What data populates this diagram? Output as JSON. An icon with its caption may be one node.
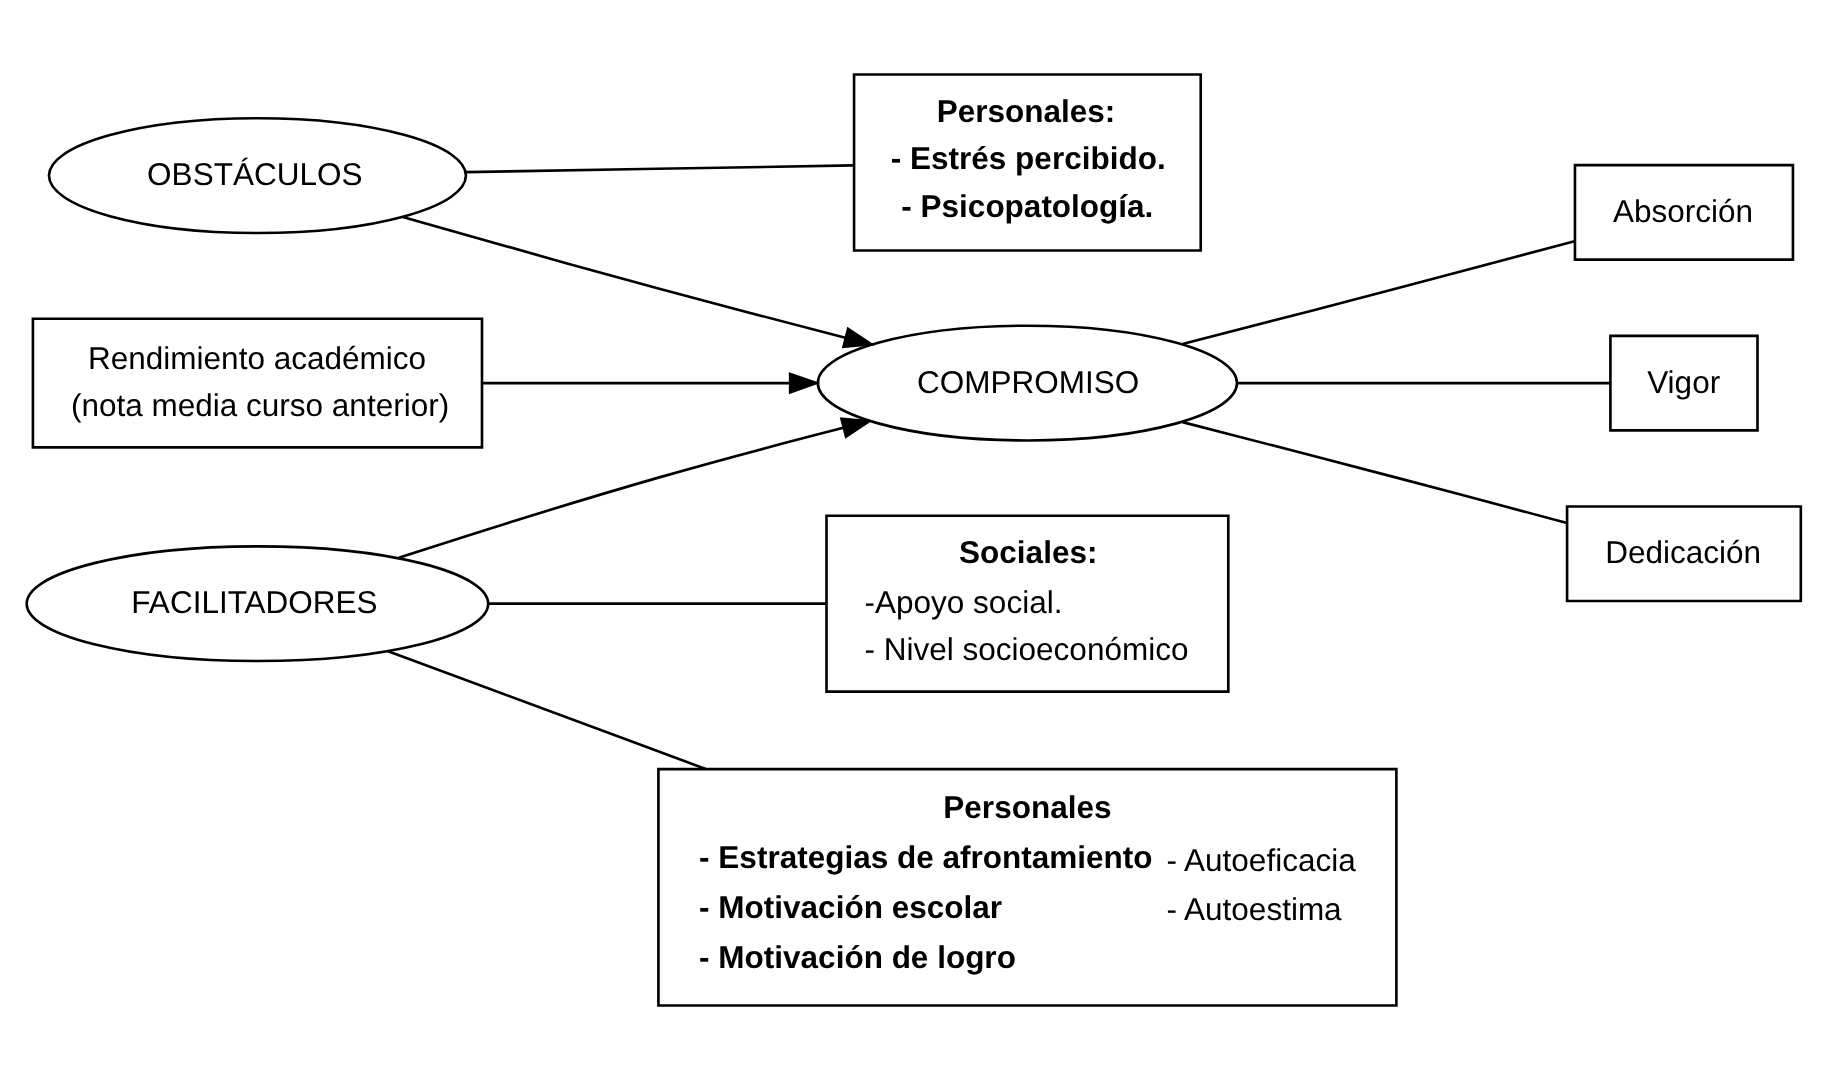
{
  "diagram": {
    "nodes": [
      {
        "text": [
          "Personales:",
          "- Estrés percibido.",
          "- Psicopatología."
        ]
      },
      {
        "text": [
          "OBSTÁCULOS"
        ]
      },
      {
        "text": [
          "Absorción"
        ]
      },
      {
        "text": [
          "Rendimiento académico",
          "(nota media curso anterior)"
        ]
      },
      {
        "text": [
          "COMPROMISO"
        ]
      },
      {
        "text": [
          "Vigor"
        ]
      },
      {
        "text": [
          "Dedicación"
        ]
      },
      {
        "text": [
          "FACILITADORES"
        ]
      },
      {
        "text": [
          "Sociales:",
          "-Apoyo social.",
          "- Nivel socioeconómico"
        ]
      },
      {
        "text": [
          "Personales",
          "- Estrategias de afrontamiento",
          "- Autoeficacia",
          "- Motivación escolar",
          "- Autoestima",
          "- Motivación de logro"
        ]
      }
    ],
    "edges": [
      {
        "from": 1,
        "to": 0,
        "arrow": "none"
      },
      {
        "from": 1,
        "to": 4,
        "arrow": "to"
      },
      {
        "from": 3,
        "to": 4,
        "arrow": "to"
      },
      {
        "from": 7,
        "to": 4,
        "arrow": "to"
      },
      {
        "from": 4,
        "to": 2,
        "arrow": "none"
      },
      {
        "from": 4,
        "to": 5,
        "arrow": "none"
      },
      {
        "from": 4,
        "to": 6,
        "arrow": "none"
      },
      {
        "from": 7,
        "to": 8,
        "arrow": "none"
      },
      {
        "from": 7,
        "to": 9,
        "arrow": "none"
      }
    ]
  }
}
